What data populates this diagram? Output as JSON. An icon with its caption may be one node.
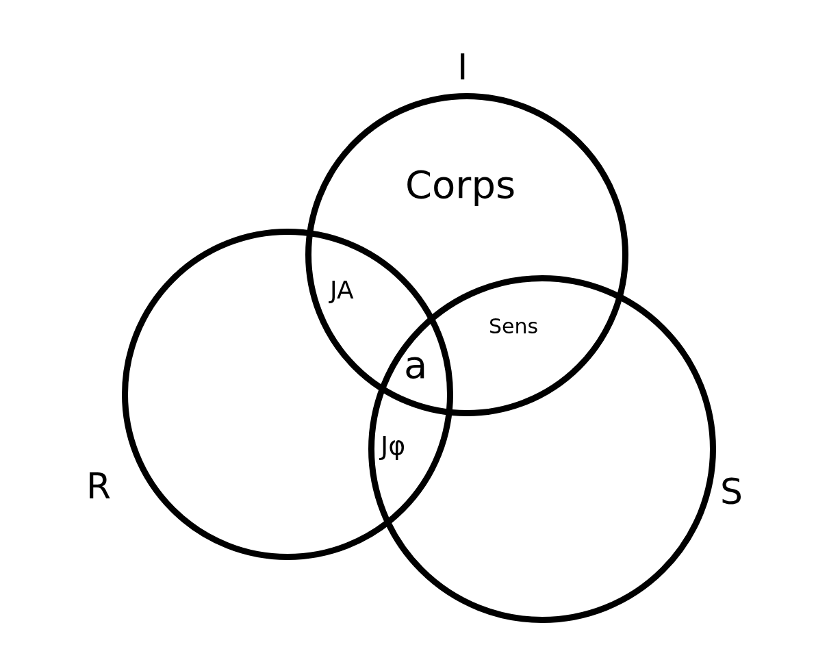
{
  "diagram": {
    "nodes": [
      {
        "text": [],
        "shape": "circle",
        "beside": [
          "I"
        ]
      },
      {
        "text": [],
        "shape": "circle",
        "beside": [
          "R"
        ]
      },
      {
        "text": [],
        "shape": "circle",
        "beside": [
          "S"
        ]
      }
    ],
    "edges": [],
    "labels": [
      "Corps",
      "JA",
      "Sens",
      "a",
      "Jφ"
    ]
  }
}
